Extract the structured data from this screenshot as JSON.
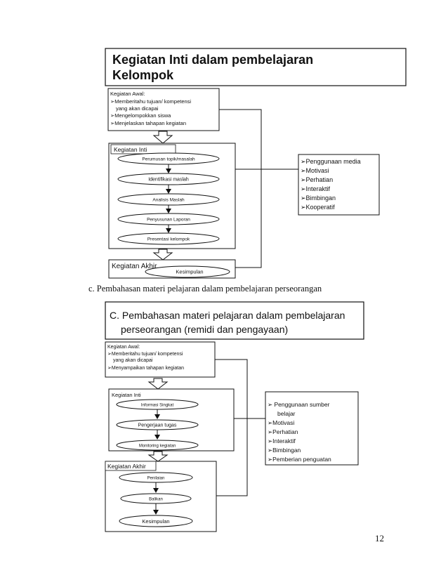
{
  "diagram1": {
    "title_line1": "Kegiatan Inti dalam pembelajaran",
    "title_line2": "Kelompok",
    "awal": {
      "heading": "Kegiatan Awal:",
      "items": [
        "➢Memberitahu tujuan/ kompetensi",
        "yang akan dicapai",
        "➢Mengelompokkan siswa",
        "➢Menjelaskan tahapan kegiatan"
      ]
    },
    "inti": {
      "heading": "Kegiatan Inti",
      "steps": [
        "Perumusan  topik/masalah",
        "Identifikasi maslah",
        "Analisis Maslah",
        "Penyusunan Laporan",
        "Presentasi kelompok"
      ]
    },
    "akhir": {
      "heading": "Kegiatan Akhir",
      "steps": [
        "Kesimpulan"
      ]
    },
    "side": {
      "items": [
        "➢Penggunaan media",
        "➢Motivasi",
        "➢Perhatian",
        "➢Interaktif",
        "➢Bimbingan",
        "➢Kooperatif"
      ]
    }
  },
  "caption": "c.  Pembahasan  materi  pelajaran  dalam  pembelajaran  perseorangan",
  "diagram2": {
    "title_line1": "C. Pembahasan materi pelajaran dalam pembelajaran",
    "title_line2": "perseorangan (remidi dan pengayaan)",
    "awal": {
      "heading": "Kegiatan Awal:",
      "items": [
        "➢Memberitahu tujuan/ kompetensi",
        "yang akan dicapai",
        "➢Menyampaikan tahapan kegiatan"
      ]
    },
    "inti": {
      "heading": "Kegiatan Inti",
      "steps": [
        "Informasi Singkat",
        "Pengerjaan tugas",
        "Monitoring  kegiatan"
      ]
    },
    "akhir": {
      "heading": "Kegiatan Akhir",
      "steps": [
        "Penilaian",
        "Balikan",
        "Kesimpulan"
      ]
    },
    "side": {
      "items": [
        "➢ Penggunaan sumber",
        "belajar",
        "➢Motivasi",
        "➢Perhatian",
        "➢Interaktif",
        "➢Bimbingan",
        "➢Pemberian penguatan"
      ]
    }
  },
  "page_number": "12"
}
